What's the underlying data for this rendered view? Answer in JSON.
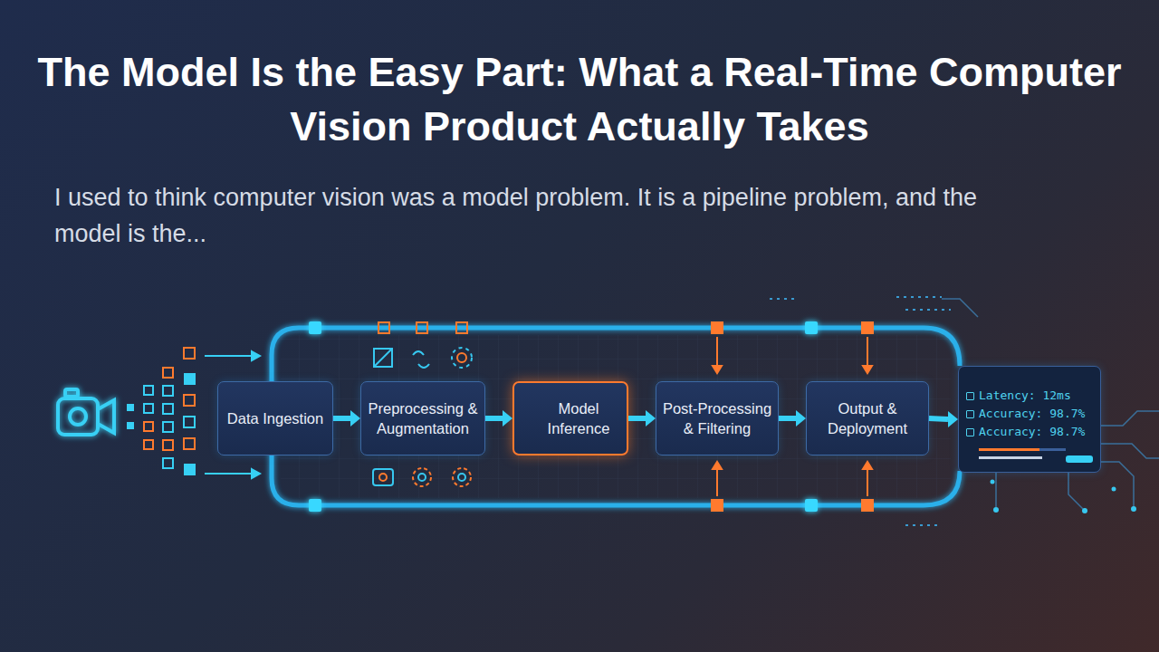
{
  "diagram": {
    "title": "The Model Is the Easy Part: What a Real-Time Computer Vision Product Actually Takes",
    "nodes": [
      {
        "text": [
          "Data Ingestion"
        ]
      },
      {
        "text": [
          "Preprocessing & Augmentation"
        ]
      },
      {
        "text": [
          "Model Inference"
        ]
      },
      {
        "text": [
          "Post-Processing & Filtering"
        ]
      },
      {
        "text": [
          "Output & Deployment"
        ]
      },
      {
        "text": [
          "Latency: 12ms",
          "Accuracy: 98.7%",
          "Accuracy: 98.7%"
        ]
      }
    ],
    "edges": [
      {
        "from": 0,
        "to": 1,
        "arrow": "to"
      },
      {
        "from": 1,
        "to": 2,
        "arrow": "to"
      },
      {
        "from": 2,
        "to": 3,
        "arrow": "to"
      },
      {
        "from": 3,
        "to": 4,
        "arrow": "to"
      },
      {
        "from": 4,
        "to": 5,
        "arrow": "to"
      }
    ],
    "labels": [
      "I used to think computer vision was a model problem. It is a pipeline problem, and the model is the..."
    ]
  }
}
